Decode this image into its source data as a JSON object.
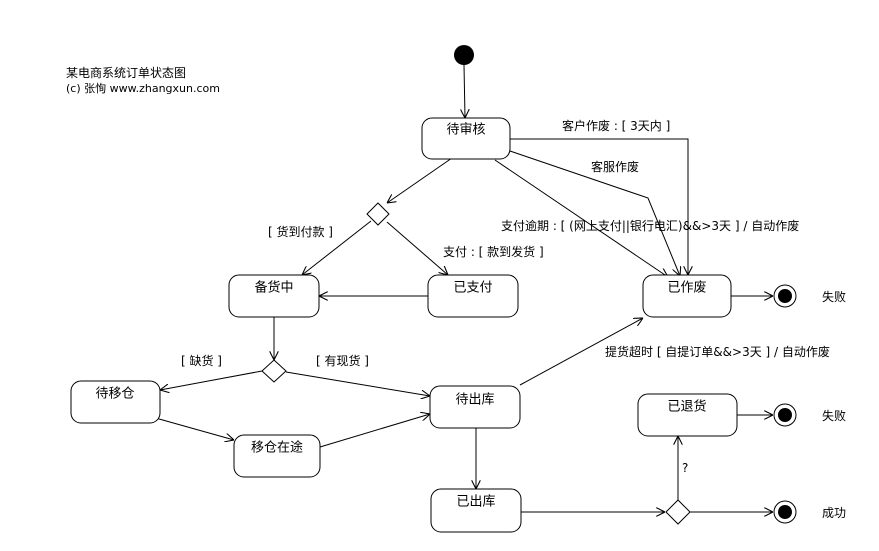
{
  "title": "某电商系统订单状态图",
  "copyright": "(c) 张恂 www.zhangxun.com",
  "states": {
    "pending_review": "待审核",
    "stocking": "备货中",
    "paid": "已支付",
    "cancelled": "已作废",
    "waiting_transfer": "待移仓",
    "transfer_in_transit": "移仓在途",
    "waiting_outbound": "待出库",
    "shipped": "已出库",
    "returned": "已退货"
  },
  "guards": {
    "customer_cancel": "客户作废 : [ 3天内 ]",
    "service_cancel": "客服作废",
    "cod": "[ 货到付款 ]",
    "pay": "支付 : [ 款到发货 ]",
    "pay_overdue": "支付逾期 : [ (网上支付||银行电汇)&&>3天 ] / 自动作废",
    "out_of_stock": "[ 缺货 ]",
    "in_stock": "[ 有现货 ]",
    "pickup_timeout": "提货超时 [ 自提订单&&>3天 ] / 自动作废",
    "question": "?"
  },
  "finals": {
    "fail_1": "失败",
    "fail_2": "失败",
    "success": "成功"
  }
}
